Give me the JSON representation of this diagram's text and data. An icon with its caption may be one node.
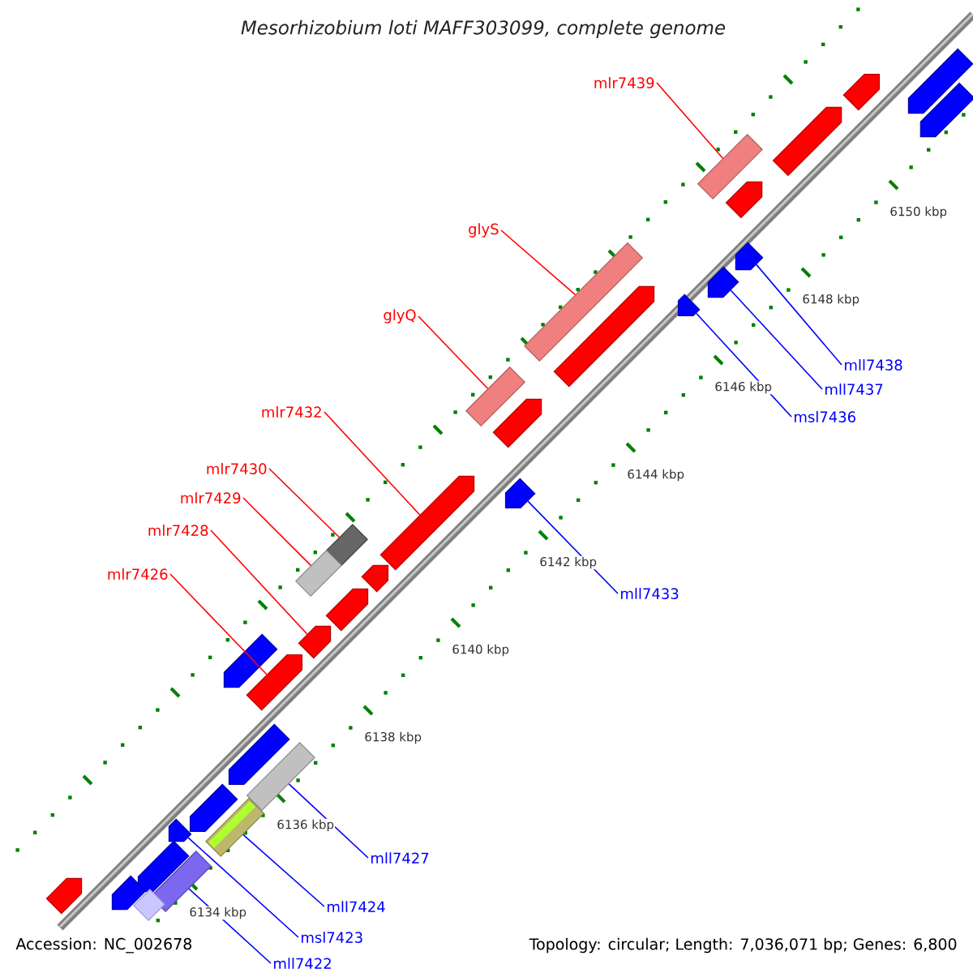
{
  "diagram": {
    "title": "Mesorhizobium loti MAFF303099, complete genome",
    "nodes": [
      {
        "text": [
          "mlr7439"
        ]
      },
      {
        "text": [],
        "shape": "bar"
      },
      {
        "text": [
          "glyS"
        ]
      },
      {
        "text": [],
        "shape": "bar"
      },
      {
        "text": [
          "glyQ"
        ]
      },
      {
        "text": [],
        "shape": "bar"
      },
      {
        "text": [
          "mll7438"
        ]
      },
      {
        "text": [],
        "shape": "arrow"
      },
      {
        "text": [
          "mll7437"
        ]
      },
      {
        "text": [],
        "shape": "arrow"
      },
      {
        "text": [
          "msl7436"
        ]
      },
      {
        "text": [],
        "shape": "arrow"
      },
      {
        "text": [
          "mlr7432"
        ]
      },
      {
        "text": [],
        "shape": "arrow"
      },
      {
        "text": [
          "mlr7430"
        ]
      },
      {
        "text": [],
        "shape": "bar"
      },
      {
        "text": [
          "mlr7429"
        ]
      },
      {
        "text": [],
        "shape": "bar"
      },
      {
        "text": [
          "mlr7428"
        ]
      },
      {
        "text": [],
        "shape": "arrow"
      },
      {
        "text": [
          "mll7433"
        ]
      },
      {
        "text": [],
        "shape": "arrow"
      },
      {
        "text": [
          "mlr7426"
        ]
      },
      {
        "text": [],
        "shape": "arrow"
      },
      {
        "text": [
          "mll7427"
        ]
      },
      {
        "text": [],
        "shape": "bar"
      },
      {
        "text": [
          "mll7424"
        ]
      },
      {
        "text": [],
        "shape": "bar"
      },
      {
        "text": [
          "msl7423"
        ]
      },
      {
        "text": [],
        "shape": "arrow"
      },
      {
        "text": [
          "mll7422"
        ]
      },
      {
        "text": [],
        "shape": "bar"
      },
      {
        "text": [],
        "shape": "arrow"
      },
      {
        "text": [],
        "shape": "arrow"
      },
      {
        "text": [],
        "shape": "arrow"
      },
      {
        "text": [],
        "shape": "arrow"
      },
      {
        "text": [],
        "shape": "arrow"
      },
      {
        "text": [],
        "shape": "arrow"
      },
      {
        "text": [],
        "shape": "arrow"
      },
      {
        "text": [],
        "shape": "arrow"
      },
      {
        "text": [],
        "shape": "arrow"
      },
      {
        "text": [],
        "shape": "arrow"
      },
      {
        "text": [],
        "shape": "arrow"
      },
      {
        "text": [],
        "shape": "arrow"
      },
      {
        "text": [],
        "shape": "arrow"
      },
      {
        "text": [],
        "shape": "arrow"
      },
      {
        "text": [],
        "shape": "bar"
      },
      {
        "text": [],
        "shape": "arrow"
      }
    ],
    "edges": [
      {
        "from": 0,
        "to": 1,
        "arrow": "none",
        "color": "#ff0000"
      },
      {
        "from": 2,
        "to": 3,
        "arrow": "none",
        "color": "#ff0000"
      },
      {
        "from": 4,
        "to": 5,
        "arrow": "none",
        "color": "#ff0000"
      },
      {
        "from": 6,
        "to": 7,
        "arrow": "none",
        "color": "#0000ff"
      },
      {
        "from": 8,
        "to": 9,
        "arrow": "none",
        "color": "#0000ff"
      },
      {
        "from": 10,
        "to": 11,
        "arrow": "none",
        "color": "#0000ff"
      },
      {
        "from": 12,
        "to": 13,
        "arrow": "none",
        "color": "#ff0000"
      },
      {
        "from": 14,
        "to": 15,
        "arrow": "none",
        "color": "#ff0000"
      },
      {
        "from": 16,
        "to": 17,
        "arrow": "none",
        "color": "#ff0000"
      },
      {
        "from": 18,
        "to": 19,
        "arrow": "none",
        "color": "#ff0000"
      },
      {
        "from": 20,
        "to": 21,
        "arrow": "none",
        "color": "#0000ff"
      },
      {
        "from": 22,
        "to": 23,
        "arrow": "none",
        "color": "#ff0000"
      },
      {
        "from": 24,
        "to": 25,
        "arrow": "none",
        "color": "#0000ff"
      },
      {
        "from": 26,
        "to": 27,
        "arrow": "none",
        "color": "#0000ff"
      },
      {
        "from": 28,
        "to": 29,
        "arrow": "none",
        "color": "#0000ff"
      },
      {
        "from": 30,
        "to": 31,
        "arrow": "none",
        "color": "#0000ff"
      }
    ],
    "labels": [
      "6150 kbp",
      "6148 kbp",
      "6146 kbp",
      "6144 kbp",
      "6142 kbp",
      "6140 kbp",
      "6138 kbp",
      "6136 kbp",
      "6134 kbp",
      "Accession: NC_002678",
      "Topology: circular; Length: 7,036,071 bp; Genes: 6,800"
    ]
  }
}
